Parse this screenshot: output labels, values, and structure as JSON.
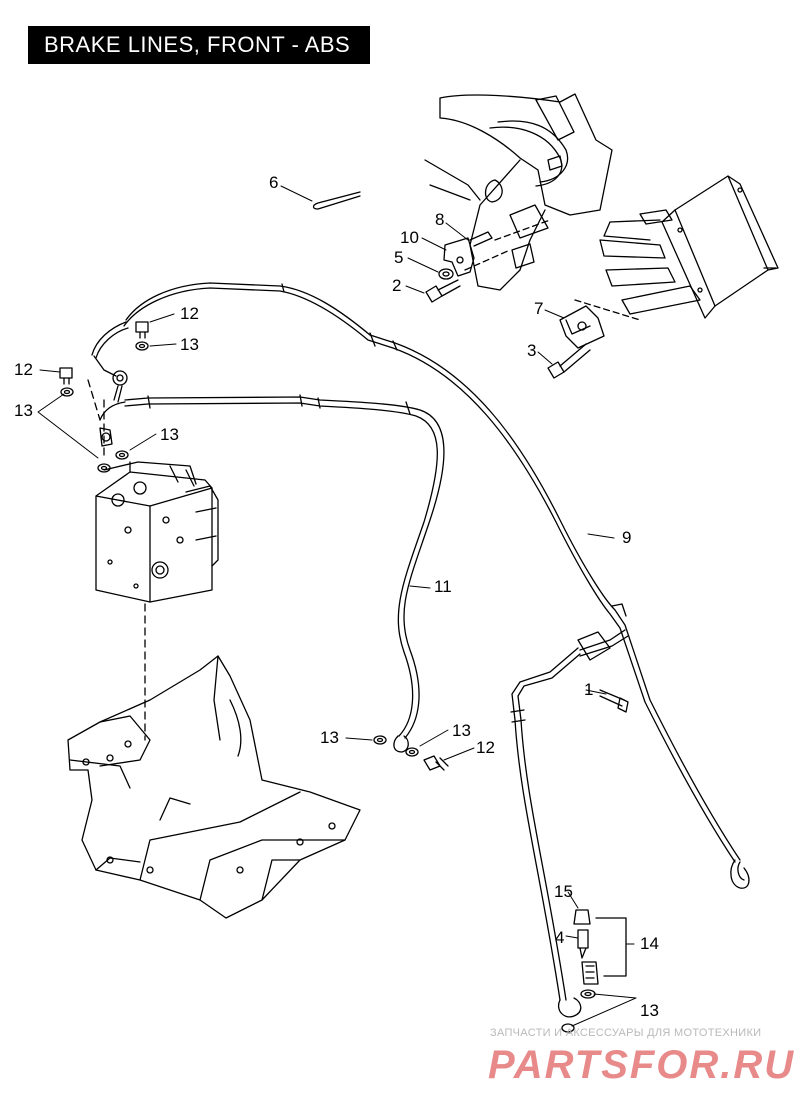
{
  "title": "BRAKE LINES, FRONT - ABS",
  "callouts": [
    {
      "id": "c1",
      "label": "1"
    },
    {
      "id": "c2",
      "label": "2"
    },
    {
      "id": "c3",
      "label": "3"
    },
    {
      "id": "c4",
      "label": "4"
    },
    {
      "id": "c5",
      "label": "5"
    },
    {
      "id": "c6",
      "label": "6"
    },
    {
      "id": "c7",
      "label": "7"
    },
    {
      "id": "c8",
      "label": "8"
    },
    {
      "id": "c9",
      "label": "9"
    },
    {
      "id": "c10",
      "label": "10"
    },
    {
      "id": "c11",
      "label": "11"
    },
    {
      "id": "c12a",
      "label": "12"
    },
    {
      "id": "c12b",
      "label": "12"
    },
    {
      "id": "c12c",
      "label": "12"
    },
    {
      "id": "c13a",
      "label": "13"
    },
    {
      "id": "c13b",
      "label": "13"
    },
    {
      "id": "c13c",
      "label": "13"
    },
    {
      "id": "c13d",
      "label": "13"
    },
    {
      "id": "c13e",
      "label": "13"
    },
    {
      "id": "c13f",
      "label": "13"
    },
    {
      "id": "c14",
      "label": "14"
    },
    {
      "id": "c15",
      "label": "15"
    }
  ],
  "watermark": {
    "tagline": "ЗАПЧАСТИ И АКСЕССУАРЫ ДЛЯ МОТОТЕХНИКИ",
    "brand": "PARTSFOR.RU"
  },
  "colors": {
    "line": "#000000",
    "title_bg": "#000000",
    "title_text": "#ffffff",
    "watermark_brand": "#e88a8a"
  }
}
